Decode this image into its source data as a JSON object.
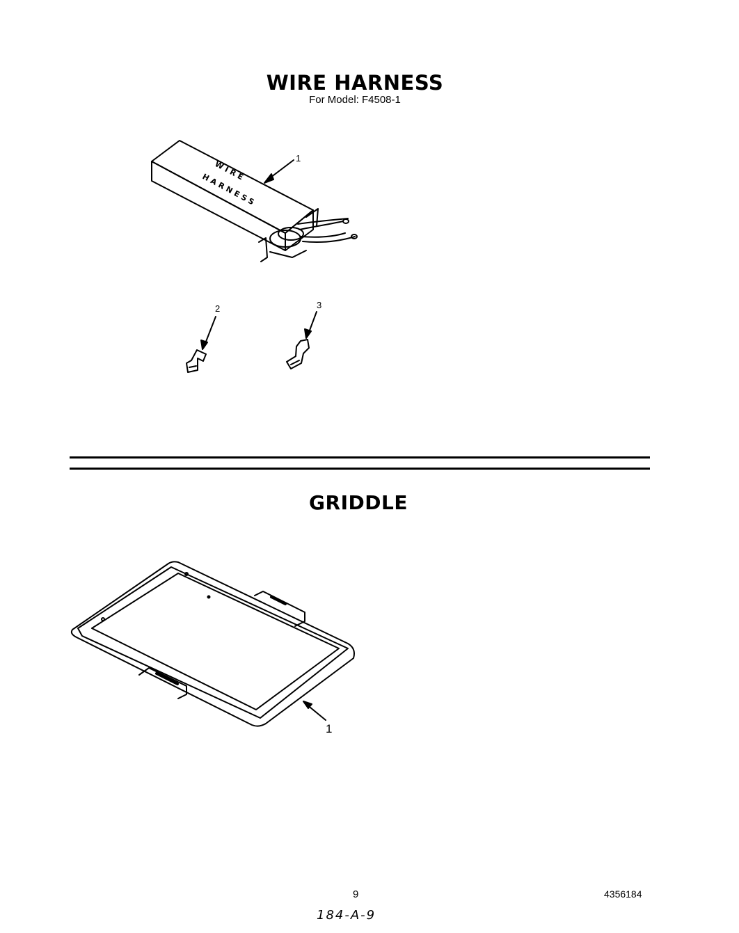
{
  "section1": {
    "title": "WIRE HARNESS",
    "subtitle": "For Model: F4508-1",
    "box_text_line1": "WIRE",
    "box_text_line2": "HARNESS",
    "callouts": [
      "1",
      "2",
      "3"
    ]
  },
  "section2": {
    "title": "GRIDDLE",
    "callouts": [
      "1"
    ]
  },
  "footer": {
    "page_number": "9",
    "document_number": "4356184",
    "handwritten": "184-A-9"
  }
}
